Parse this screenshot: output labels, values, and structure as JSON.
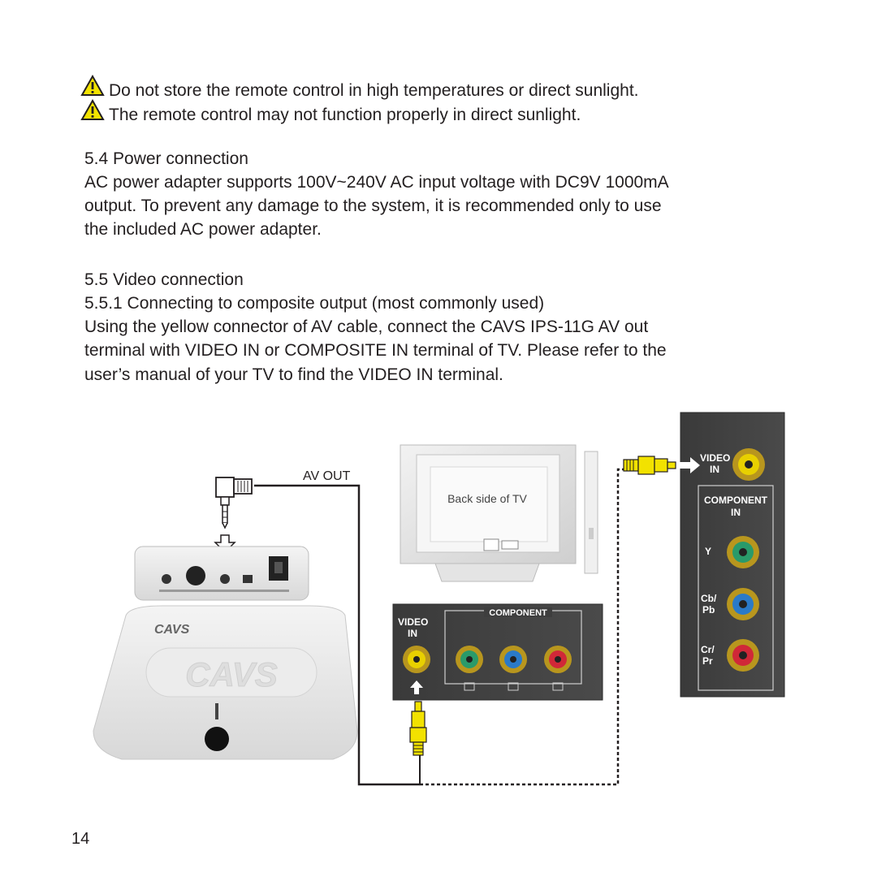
{
  "warnings": [
    "Do not store the remote control in high temperatures or direct sunlight.",
    "The remote control may not function properly in direct sunlight."
  ],
  "power": {
    "heading": "5.4  Power connection",
    "lines": [
      "AC power adapter supports 100V~240V AC input voltage with DC9V 1000mA",
      "output. To prevent any damage to the system, it is recommended only to use",
      "the included AC power adapter."
    ]
  },
  "video": {
    "heading": "5.5  Video connection",
    "subheading": "5.5.1  Connecting to composite output (most commonly used)",
    "lines": [
      "Using the yellow connector of AV cable, connect the CAVS IPS-11G AV out",
      "terminal with VIDEO IN or COMPOSITE IN terminal of TV. Please refer to the",
      "user’s manual of your TV to find the VIDEO IN terminal."
    ]
  },
  "diagram": {
    "av_out_label": "AV OUT",
    "tv_back_label": "Back side of TV",
    "brand_logo": "CAVS",
    "panel_small": {
      "video_in": [
        "VIDEO",
        "IN"
      ],
      "component": "COMPONENT"
    },
    "panel_large": {
      "video_in": [
        "VIDEO",
        "IN"
      ],
      "component_in": [
        "COMPONENT",
        "IN"
      ],
      "y": "Y",
      "cb": [
        "Cb/",
        "Pb"
      ],
      "cr": [
        "Cr/",
        "Pr"
      ]
    },
    "colors": {
      "yellow": "#e8d000",
      "green": "#2a9a6a",
      "blue": "#2a7ac8",
      "red": "#d02838"
    }
  },
  "page_number": "14"
}
